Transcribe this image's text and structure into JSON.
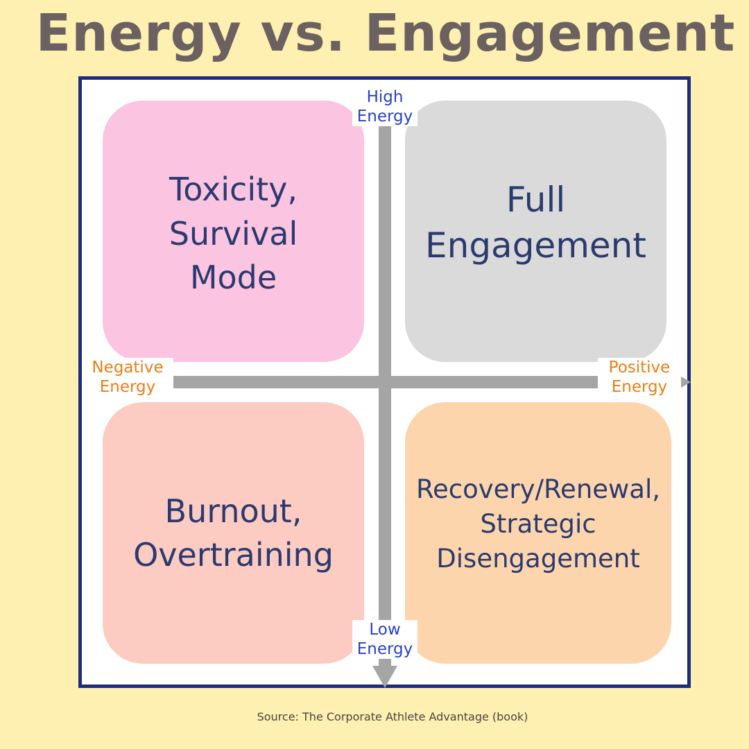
{
  "title": "Energy vs. Engagement",
  "quadrants": {
    "top_left": "Toxicity,\nSurvival\nMode",
    "top_right": "Full\nEngagement",
    "bottom_left": "Burnout,\nOvertraining",
    "bottom_right": "Recovery/Renewal,\nStrategic\nDisengagement"
  },
  "axes": {
    "top": "High\nEnergy",
    "bottom": "Low\nEnergy",
    "left": "Negative\nEnergy",
    "right": "Positive\nEnergy"
  },
  "colors": {
    "background": "#fdf0b0",
    "frame_border": "#1e2c7c",
    "top_left_fill": "#fbc4e0",
    "top_right_fill": "#dadada",
    "bottom_left_fill": "#fccbc2",
    "bottom_right_fill": "#fdd5ac",
    "axis": "#a5a5a5",
    "vertical_label": "#2a40c8",
    "horizontal_label": "#ee7d12"
  },
  "source": "Source: The Corporate Athlete Advantage (book)"
}
